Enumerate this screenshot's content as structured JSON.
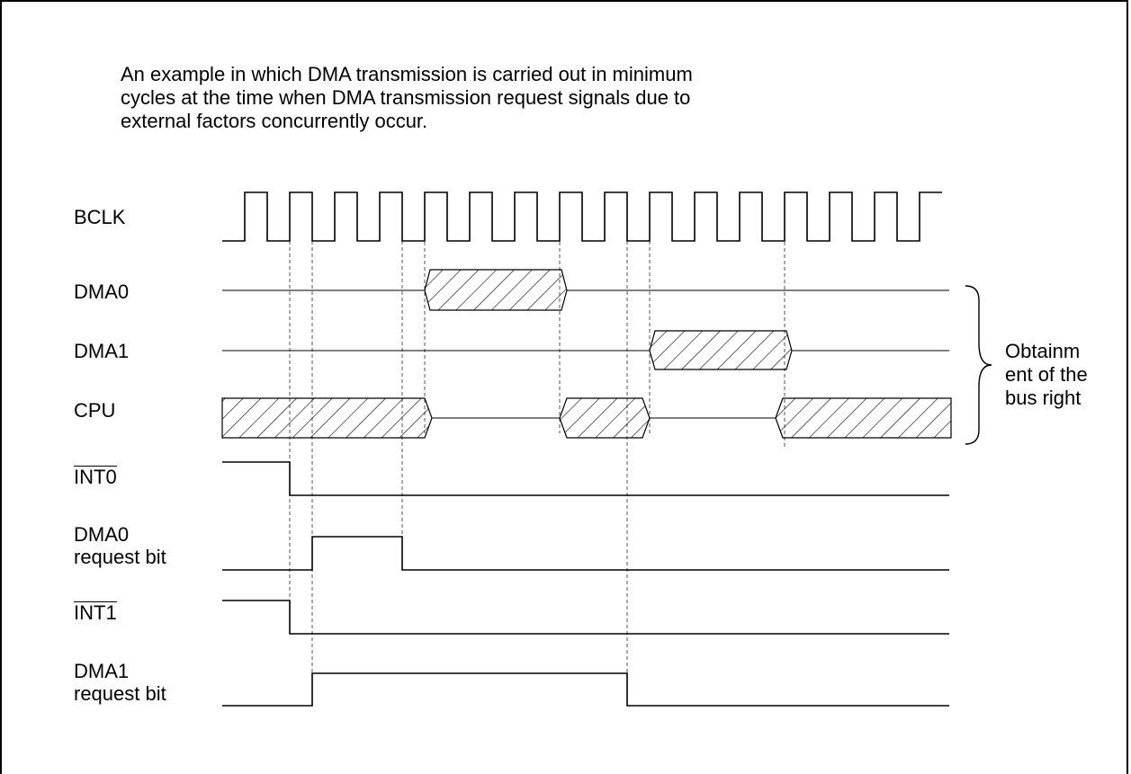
{
  "caption": {
    "lines": [
      "An example in which DMA transmission is carried out in minimum",
      "cycles at the time when DMA transmission request signals due to",
      "external factors concurrently occur."
    ]
  },
  "signals": {
    "bclk": "BCLK",
    "dma0": "DMA0",
    "dma1": "DMA1",
    "cpu": "CPU",
    "int0": "INT0",
    "dma0_req_line1": "DMA0",
    "dma0_req_line2": "request bit",
    "int1": "INT1",
    "dma1_req_line1": "DMA1",
    "dma1_req_line2": "request bit"
  },
  "brace_label": {
    "lines": [
      "Obtainm",
      "ent of the",
      "bus right"
    ]
  },
  "colors": {
    "line": "#000000",
    "guide": "#555555",
    "background": "#ffffff"
  }
}
